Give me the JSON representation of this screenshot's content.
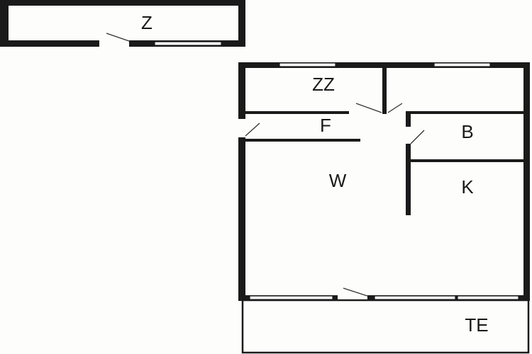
{
  "rooms": {
    "z": "Z",
    "zz": "ZZ",
    "f": "F",
    "b": "B",
    "w": "W",
    "k": "K",
    "te": "TE"
  },
  "colors": {
    "wall": "#1a1a1a",
    "background": "#fdfdfc"
  }
}
